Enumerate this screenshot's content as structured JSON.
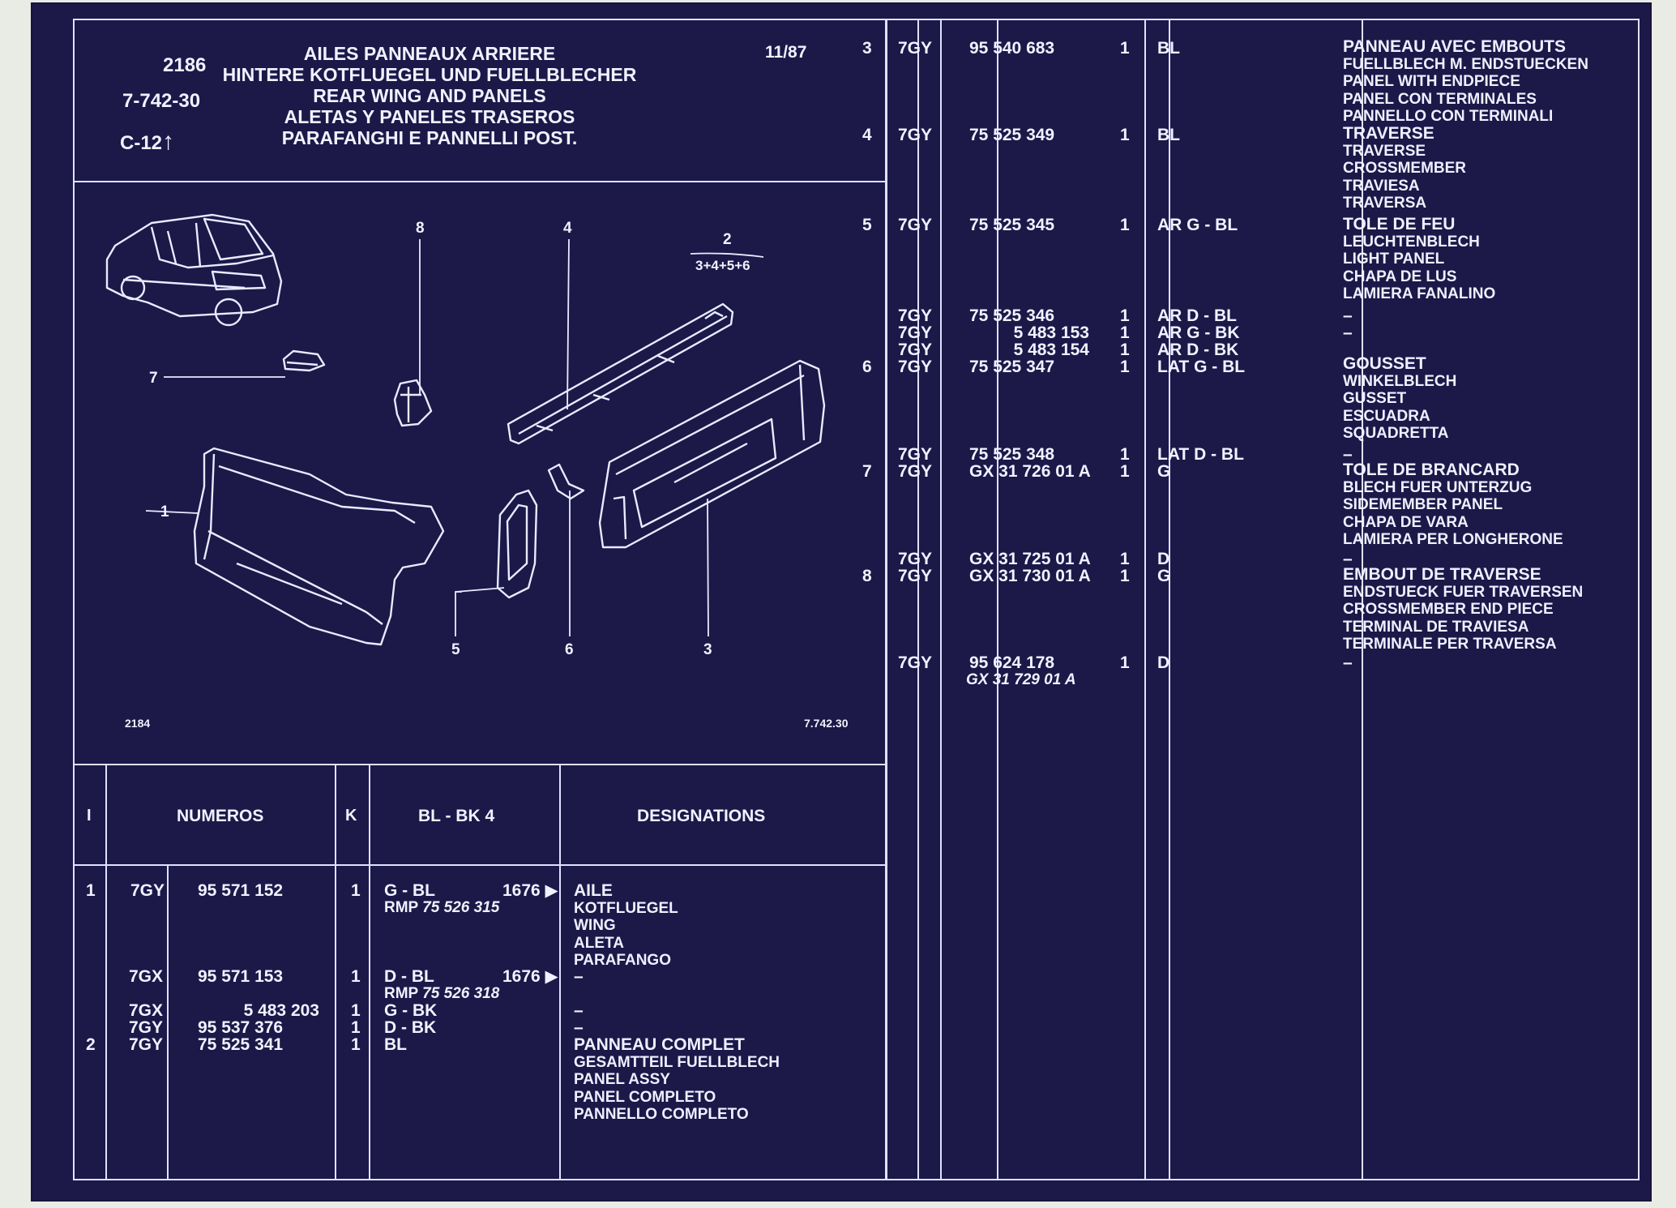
{
  "header": {
    "plate_no": "2186",
    "ref": "7-742-30",
    "group": "C-12",
    "date": "11/87",
    "titles": [
      "AILES PANNEAUX ARRIERE",
      "HINTERE KOTFLUEGEL UND FUELLBLECHER",
      "REAR WING AND PANELS",
      "ALETAS Y PANELES TRASEROS",
      "PARAFANGHI E PANNELLI POST."
    ]
  },
  "illustration": {
    "code_left": "2184",
    "code_right": "7.742.30",
    "callouts": [
      "1",
      "2",
      "3",
      "4",
      "5",
      "6",
      "7",
      "8"
    ],
    "callout_2_sub": "3+4+5+6"
  },
  "table_header": {
    "col_i": "I",
    "col_numeros": "NUMEROS",
    "col_k": "K",
    "col_blbk": "BL - BK 4",
    "col_designations": "DESIGNATIONS"
  },
  "left_rows": {
    "r1": {
      "i": "1",
      "pre": "7GY",
      "num": "95 571 152",
      "k": "1",
      "bl": "G - BL",
      "code": "1676 ▶",
      "rmp": "RMP",
      "rmp_num": "75 526 315",
      "designations": [
        "AILE",
        "KOTFLUEGEL",
        "WING",
        "ALETA",
        "PARAFANGO"
      ]
    },
    "r2": {
      "pre": "7GX",
      "num": "95 571 153",
      "k": "1",
      "bl": "D - BL",
      "code": "1676 ▶",
      "rmp": "RMP",
      "rmp_num": "75 526 318",
      "des": "–"
    },
    "r3": {
      "pre": "7GX",
      "num": "5 483 203",
      "k": "1",
      "bl": "G - BK",
      "des": "–"
    },
    "r4": {
      "pre": "7GY",
      "num": "95 537 376",
      "k": "1",
      "bl": "D - BK",
      "des": "–"
    },
    "r5": {
      "i": "2",
      "pre": "7GY",
      "num": "75 525 341",
      "k": "1",
      "bl": "BL",
      "designations": [
        "PANNEAU COMPLET",
        "GESAMTTEIL FUELLBLECH",
        "PANEL ASSY",
        "PANEL COMPLETO",
        "PANNELLO COMPLETO"
      ]
    }
  },
  "right_rows": {
    "r3": {
      "i": "3",
      "pre": "7GY",
      "num": "95 540 683",
      "k": "1",
      "bl": "BL",
      "designations": [
        "PANNEAU AVEC EMBOUTS",
        "FUELLBLECH M. ENDSTUECKEN",
        "PANEL WITH ENDPIECE",
        "PANEL CON TERMINALES",
        "PANNELLO CON TERMINALI"
      ]
    },
    "r4": {
      "i": "4",
      "pre": "7GY",
      "num": "75 525 349",
      "k": "1",
      "bl": "BL",
      "designations": [
        "TRAVERSE",
        "TRAVERSE",
        "CROSSMEMBER",
        "TRAVIESA",
        "TRAVERSA"
      ]
    },
    "r5": {
      "i": "5",
      "pre": "7GY",
      "num": "75 525 345",
      "k": "1",
      "bl": "AR G - BL",
      "designations": [
        "TOLE DE FEU",
        "LEUCHTENBLECH",
        "LIGHT PANEL",
        "CHAPA DE LUS",
        "LAMIERA FANALINO"
      ]
    },
    "r5b": {
      "pre": "7GY",
      "num": "75 525 346",
      "k": "1",
      "bl": "AR D - BL",
      "des": "–"
    },
    "r5c": {
      "pre": "7GY",
      "num": "5 483 153",
      "k": "1",
      "bl": "AR G - BK",
      "des": "–"
    },
    "r5d": {
      "pre": "7GY",
      "num": "5 483 154",
      "k": "1",
      "bl": "AR D - BK"
    },
    "r6": {
      "i": "6",
      "pre": "7GY",
      "num": "75 525 347",
      "k": "1",
      "bl": "LAT G - BL",
      "designations": [
        "GOUSSET",
        "WINKELBLECH",
        "GUSSET",
        "ESCUADRA",
        "SQUADRETTA"
      ]
    },
    "r6b": {
      "pre": "7GY",
      "num": "75 525 348",
      "k": "1",
      "bl": "LAT D - BL",
      "des": "–"
    },
    "r7": {
      "i": "7",
      "pre": "7GY",
      "num": "GX 31 726 01 A",
      "k": "1",
      "bl": "G",
      "designations": [
        "TOLE DE BRANCARD",
        "BLECH FUER UNTERZUG",
        "SIDEMEMBER PANEL",
        "CHAPA DE VARA",
        "LAMIERA PER LONGHERONE"
      ]
    },
    "r7b": {
      "pre": "7GY",
      "num": "GX 31 725 01 A",
      "k": "1",
      "bl": "D",
      "des": "–"
    },
    "r8": {
      "i": "8",
      "pre": "7GY",
      "num": "GX 31 730 01 A",
      "k": "1",
      "bl": "G",
      "designations": [
        "EMBOUT DE TRAVERSE",
        "ENDSTUECK FUER TRAVERSEN",
        "CROSSMEMBER END PIECE",
        "TERMINAL DE TRAVIESA",
        "TERMINALE PER TRAVERSA"
      ]
    },
    "r8b": {
      "pre": "7GY",
      "num": "95 624 178",
      "alt": "GX 31 729 01 A",
      "k": "1",
      "bl": "D",
      "des": "–"
    }
  }
}
